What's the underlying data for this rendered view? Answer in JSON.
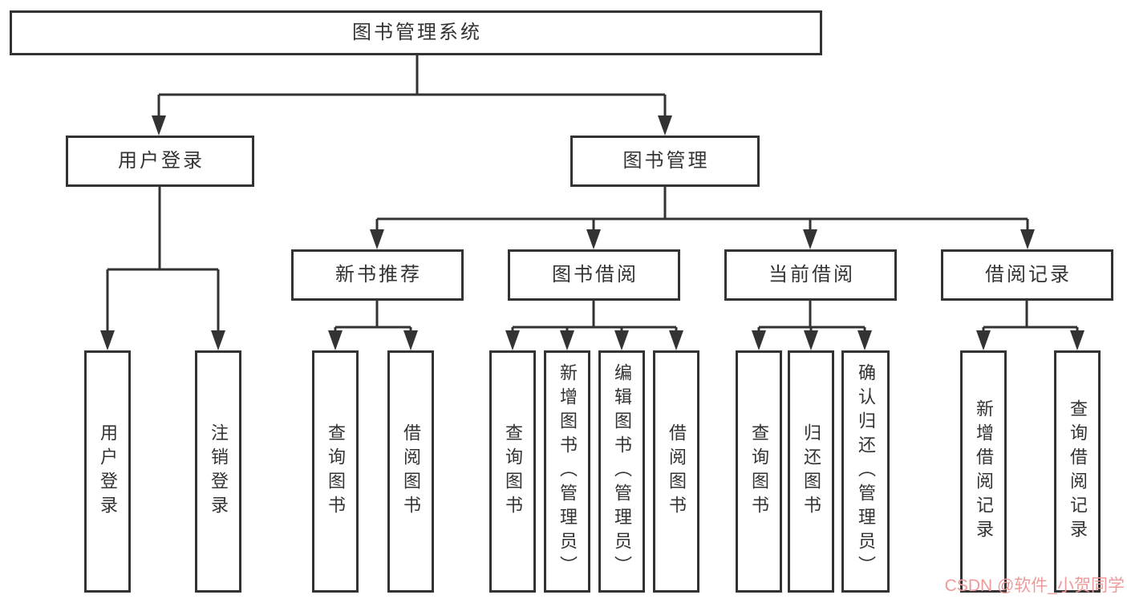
{
  "title": "图书管理系统",
  "watermark": {
    "text": "CSDN @软件_小贺同学",
    "color": "#ee9a9a"
  },
  "colors": {
    "line": "#333333",
    "border": "#333333",
    "box_background": "#ffffff",
    "text": "#333333"
  },
  "tree": {
    "label": "图书管理系统",
    "children": [
      {
        "label": "用户登录",
        "children": [
          {
            "label": "用户登录"
          },
          {
            "label": "注销登录"
          }
        ]
      },
      {
        "label": "图书管理",
        "children": [
          {
            "label": "新书推荐",
            "children": [
              {
                "label": "查询图书"
              },
              {
                "label": "借阅图书"
              }
            ]
          },
          {
            "label": "图书借阅",
            "children": [
              {
                "label": "查询图书"
              },
              {
                "label": "新增图书（管理员）"
              },
              {
                "label": "编辑图书（管理员）"
              },
              {
                "label": "借阅图书"
              }
            ]
          },
          {
            "label": "当前借阅",
            "children": [
              {
                "label": "查询图书"
              },
              {
                "label": "归还图书"
              },
              {
                "label": "确认归还（管理员）"
              }
            ]
          },
          {
            "label": "借阅记录",
            "children": [
              {
                "label": "新增借阅记录"
              },
              {
                "label": "查询借阅记录"
              }
            ]
          }
        ]
      }
    ]
  }
}
